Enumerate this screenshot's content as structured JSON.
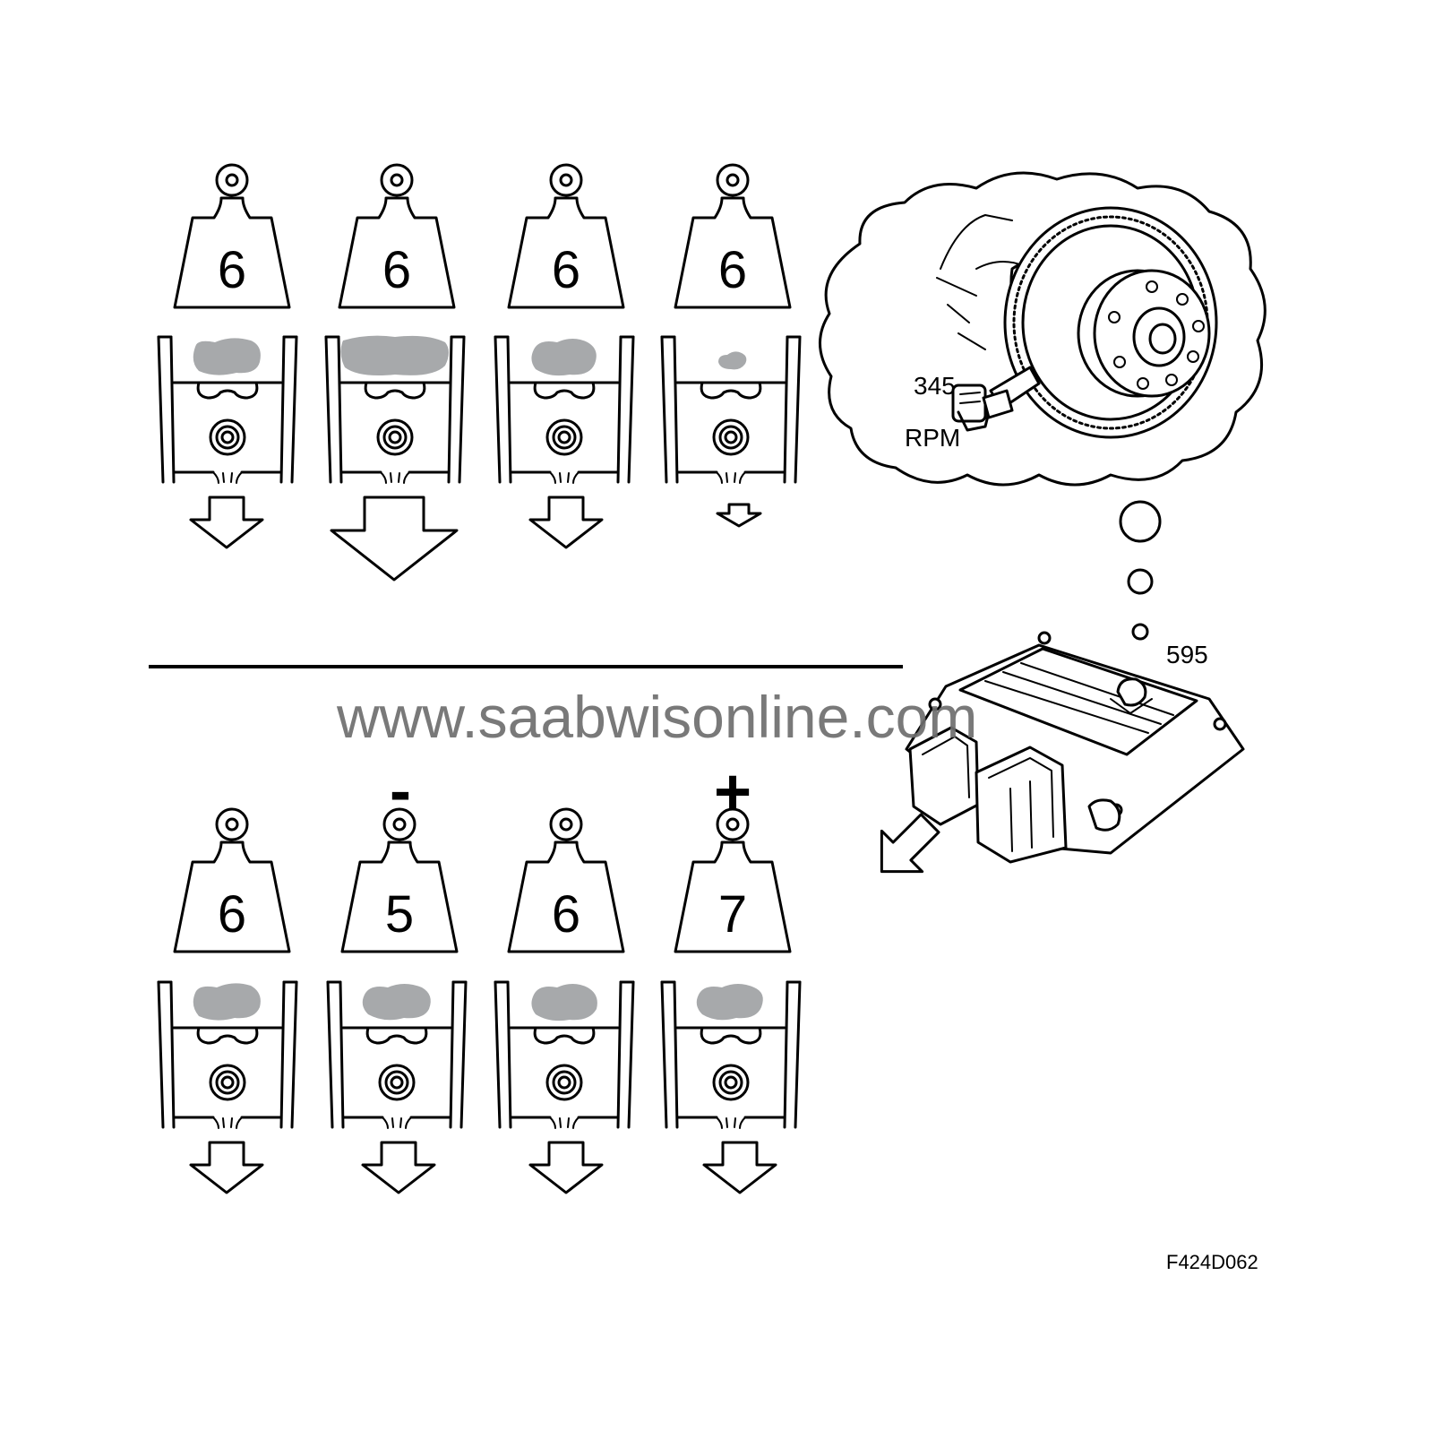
{
  "top_row": {
    "cylinders": [
      {
        "weight": "6",
        "fuel_amount": 0.75,
        "arrow": "medium"
      },
      {
        "weight": "6",
        "fuel_amount": 1.0,
        "arrow": "large"
      },
      {
        "weight": "6",
        "fuel_amount": 0.78,
        "arrow": "medium"
      },
      {
        "weight": "6",
        "fuel_amount": 0.3,
        "arrow": "small"
      }
    ]
  },
  "bottom_row": {
    "cylinders": [
      {
        "weight": "6",
        "sign": "",
        "fuel_amount": 0.75,
        "arrow": "medium"
      },
      {
        "weight": "5",
        "sign": "-",
        "fuel_amount": 0.75,
        "arrow": "medium"
      },
      {
        "weight": "6",
        "sign": "",
        "fuel_amount": 0.75,
        "arrow": "medium"
      },
      {
        "weight": "7",
        "sign": "+",
        "fuel_amount": 0.75,
        "arrow": "medium"
      }
    ]
  },
  "labels": {
    "sensor_number": "345",
    "sensor_label": "RPM",
    "ecu_number": "595",
    "watermark": "www.saabwisonline.com",
    "figure_code": "F424D062"
  },
  "colors": {
    "line": "#000000",
    "fuel": "#a7a9ab",
    "watermark": "#6e6e6e",
    "background": "#ffffff"
  }
}
